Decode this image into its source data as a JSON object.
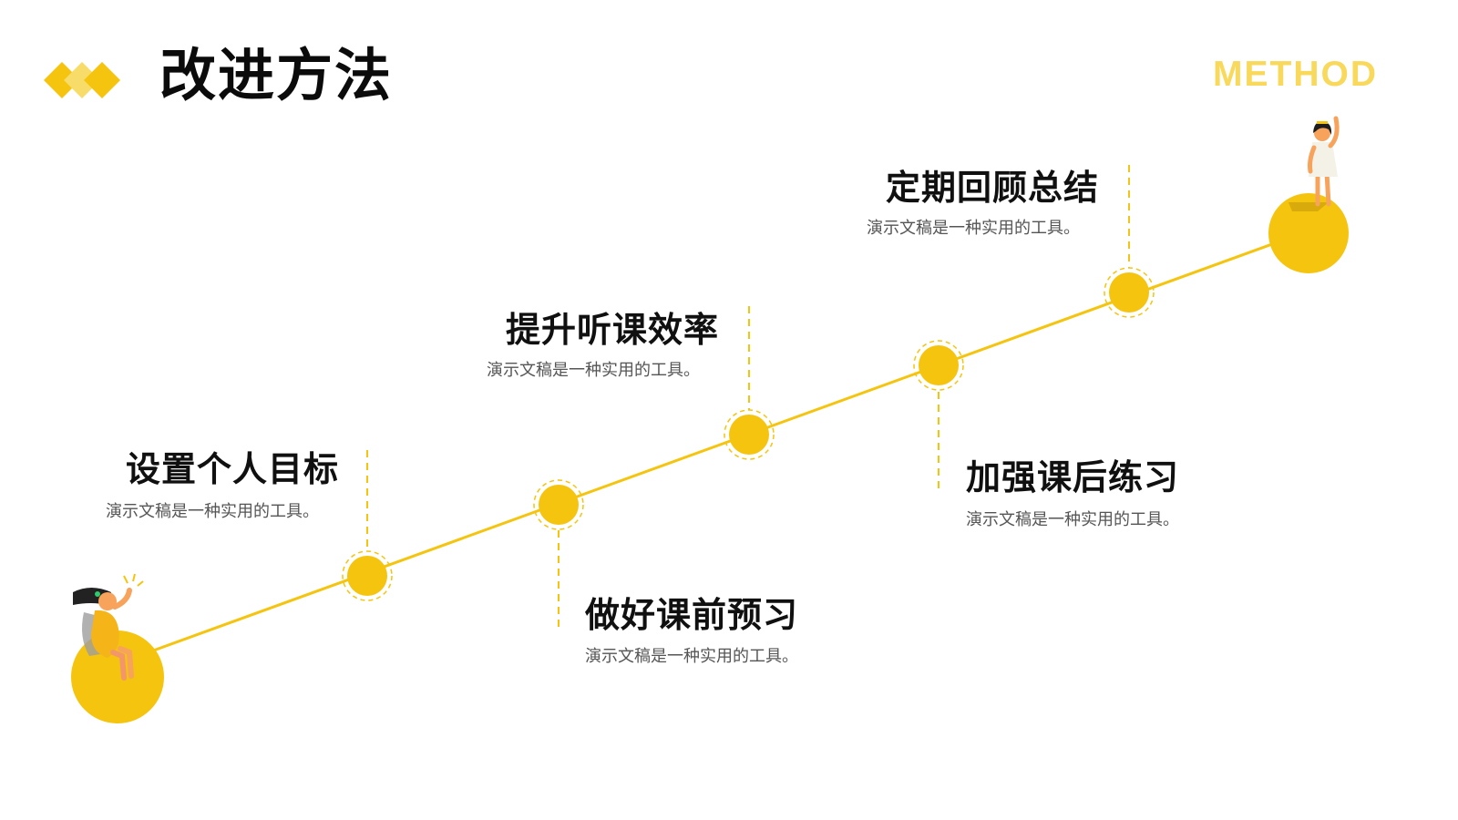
{
  "header": {
    "title": "改进方法",
    "subtitle_en": "METHOD"
  },
  "steps": [
    {
      "title": "设置个人目标",
      "desc": "演示文稿是一种实用的工具。"
    },
    {
      "title": "做好课前预习",
      "desc": "演示文稿是一种实用的工具。"
    },
    {
      "title": "提升听课效率",
      "desc": "演示文稿是一种实用的工具。"
    },
    {
      "title": "加强课后练习",
      "desc": "演示文稿是一种实用的工具。"
    },
    {
      "title": "定期回顾总结",
      "desc": "演示文稿是一种实用的工具。"
    }
  ],
  "colors": {
    "accent": "#f5c40f",
    "accent_light": "#f8d95b",
    "text_dark": "#101010",
    "text_gray": "#555555"
  },
  "icons": {
    "header_mark": "diamond-chevrons-icon",
    "start_figure": "sitting-girl-figure-icon",
    "end_figure": "standing-girl-figure-icon"
  }
}
